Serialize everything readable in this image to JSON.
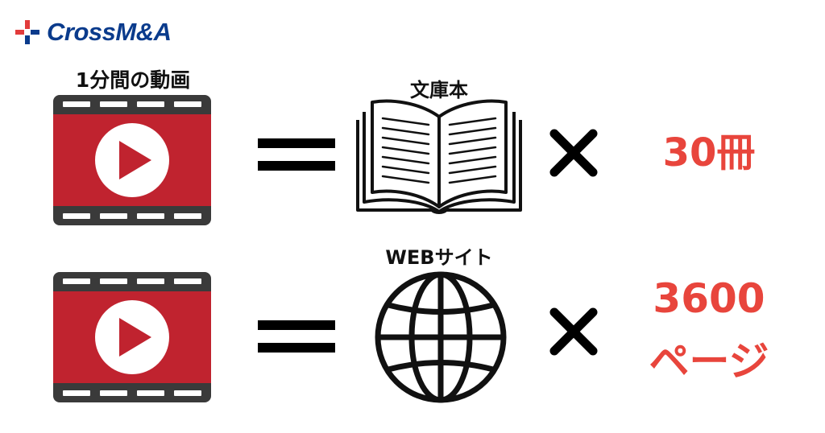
{
  "logo": {
    "text": "CrossM&A",
    "icon": "cross-logo-icon",
    "colors": {
      "blue": "#0a3b8c",
      "red": "#e23b3b"
    }
  },
  "row1": {
    "video_label": "1分間の動画",
    "equals_icon": "equals-icon",
    "item_label": "文庫本",
    "item_icon": "open-book-icon",
    "times_icon": "multiply-icon",
    "value": "30冊"
  },
  "row2": {
    "equals_icon": "equals-icon",
    "item_label": "WEBサイト",
    "item_icon": "globe-icon",
    "times_icon": "multiply-icon",
    "value_line1": "3600",
    "value_line2": "ページ"
  },
  "colors": {
    "film_red": "#c0232f",
    "film_dark": "#3a3a3a",
    "value_red": "#e8453c"
  }
}
